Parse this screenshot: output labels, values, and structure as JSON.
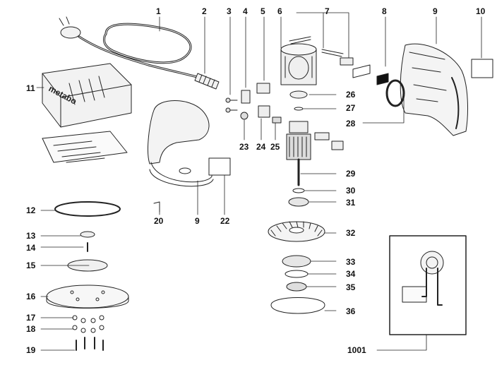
{
  "diagram": {
    "brand_logo": "metabo",
    "part_numbers": [
      "1",
      "2",
      "3",
      "4",
      "5",
      "6",
      "7",
      "8",
      "9",
      "10",
      "11",
      "12",
      "13",
      "14",
      "15",
      "16",
      "17",
      "18",
      "19",
      "20",
      "9",
      "22",
      "23",
      "24",
      "25",
      "26",
      "27",
      "28",
      "29",
      "30",
      "31",
      "32",
      "33",
      "34",
      "35",
      "36",
      "1001"
    ]
  }
}
